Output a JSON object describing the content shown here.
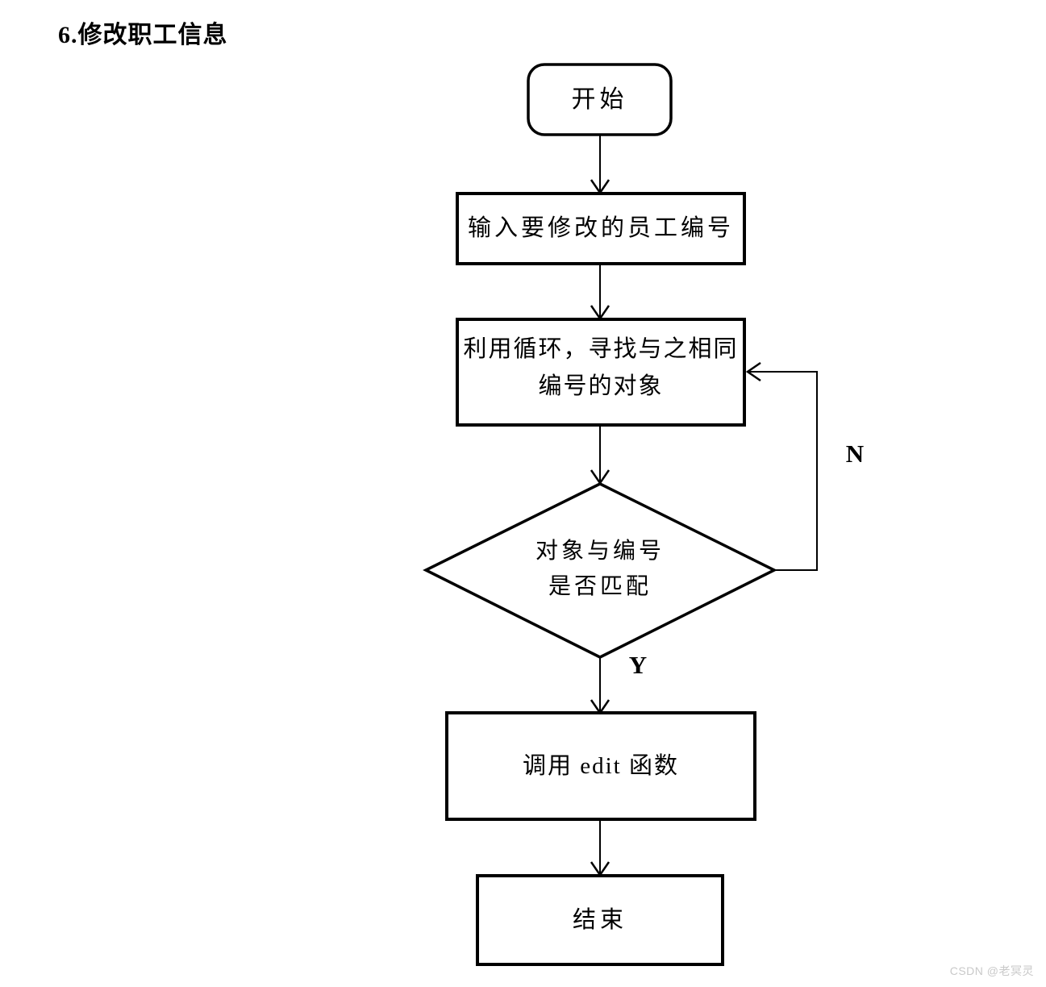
{
  "page": {
    "title": "6.修改职工信息",
    "watermark": "CSDN @老冥灵"
  },
  "flowchart": {
    "nodes": [
      {
        "id": "start",
        "type": "terminator",
        "label": "开始"
      },
      {
        "id": "input",
        "type": "process",
        "label": "输入要修改的员工编号"
      },
      {
        "id": "loop",
        "type": "process",
        "label_line1": "利用循环，寻找与之相同",
        "label_line2": "编号的对象"
      },
      {
        "id": "match",
        "type": "decision",
        "label_line1": "对象与编号",
        "label_line2": "是否匹配"
      },
      {
        "id": "edit",
        "type": "process",
        "label": "调用 edit 函数"
      },
      {
        "id": "end",
        "type": "process",
        "label": "结束"
      }
    ],
    "edges": {
      "no_label": "N",
      "yes_label": "Y"
    }
  }
}
